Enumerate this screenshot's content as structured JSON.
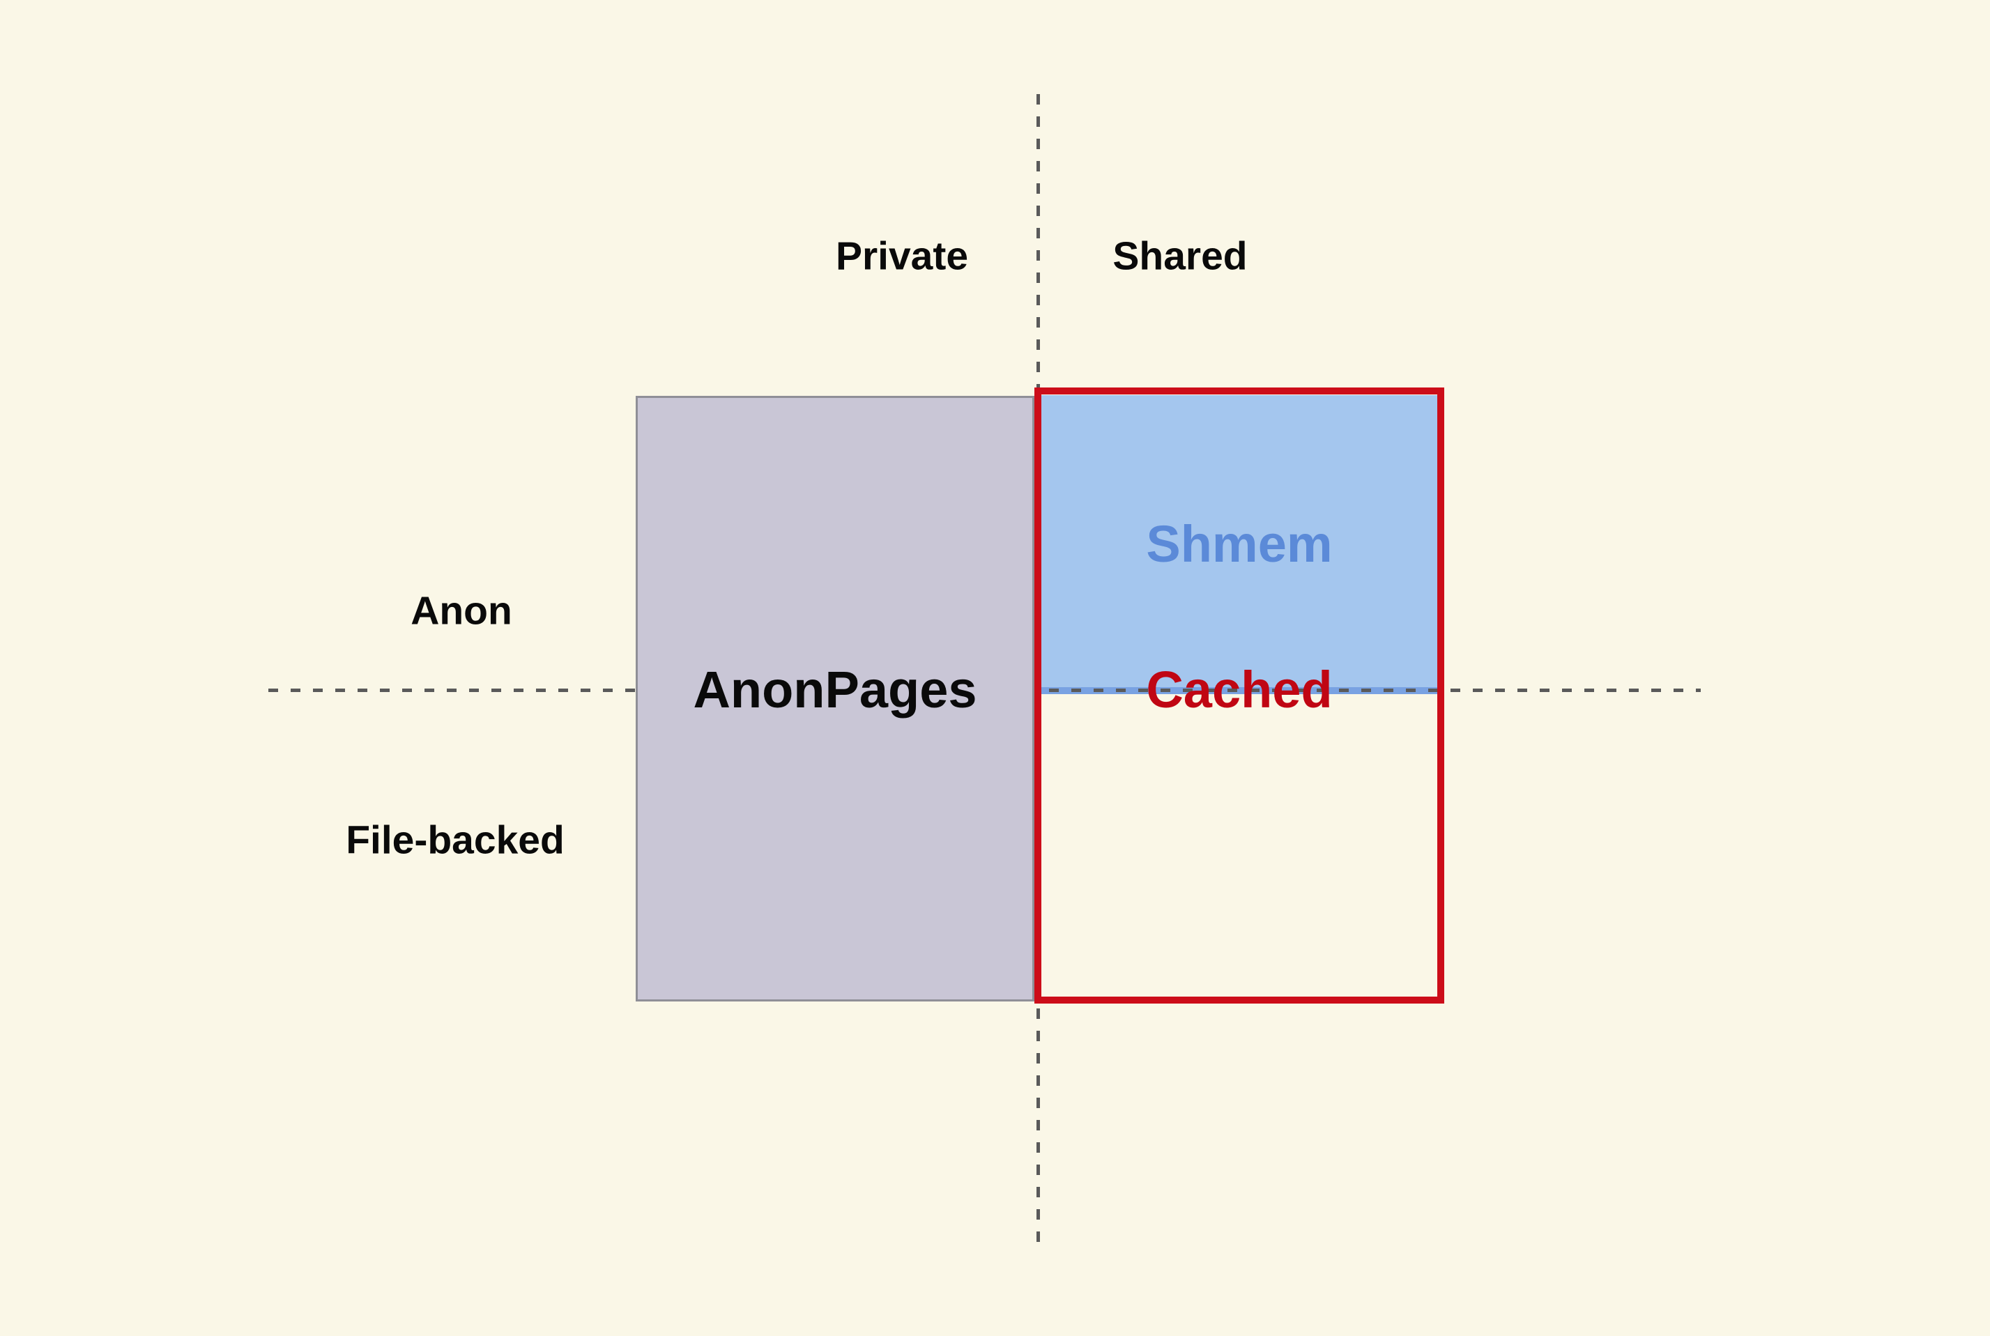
{
  "diagram": {
    "title": "memory-type-quadrants",
    "axes": {
      "column_left": "Private",
      "column_right": "Shared",
      "row_top": "Anon",
      "row_bottom": "File-backed"
    },
    "regions": {
      "anonpages_label": "AnonPages",
      "shmem_label": "Shmem",
      "cached_label": "Cached"
    },
    "colors": {
      "background": "#faf7e7",
      "axis_dash": "#5a5a5a",
      "axis_label_text": "#0a0a0a",
      "anonpages_fill": "#c9c6d6",
      "anonpages_border": "#8f8f97",
      "anonpages_text": "#0a0a0a",
      "shmem_fill": "#a4c6ee",
      "shmem_bottom_edge": "#79a2e2",
      "shmem_text": "#5b8ad8",
      "cached_border": "#cc0d19",
      "cached_text": "#c00613"
    }
  }
}
